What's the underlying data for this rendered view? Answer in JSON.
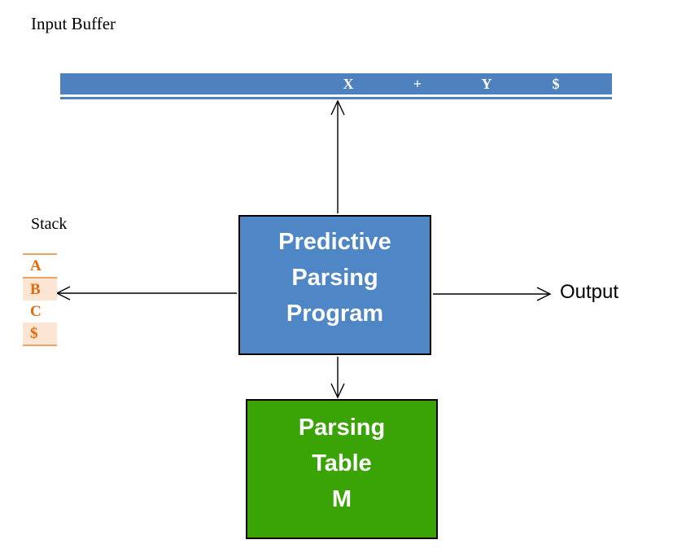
{
  "diagram": {
    "input_buffer": {
      "label": "Input Buffer",
      "cells": [
        "X",
        "+",
        "Y",
        "$"
      ]
    },
    "stack": {
      "label": "Stack",
      "items": [
        "A",
        "B",
        "C",
        "$"
      ]
    },
    "program_box": {
      "lines": [
        "Predictive",
        "Parsing",
        "Program"
      ]
    },
    "table_box": {
      "lines": [
        "Parsing",
        "Table",
        "M"
      ]
    },
    "output_label": "Output",
    "colors": {
      "buffer_bar_blue": "#4E81BD",
      "program_box_blue": "#4E86C6",
      "table_box_green": "#3AA306",
      "stack_text_orange": "#E36C0A",
      "stack_row_peach": "#FCE6D3",
      "stack_border_orange": "#EDA366",
      "arrow_black": "#000000",
      "box_text_white": "#FFFFFF"
    }
  }
}
